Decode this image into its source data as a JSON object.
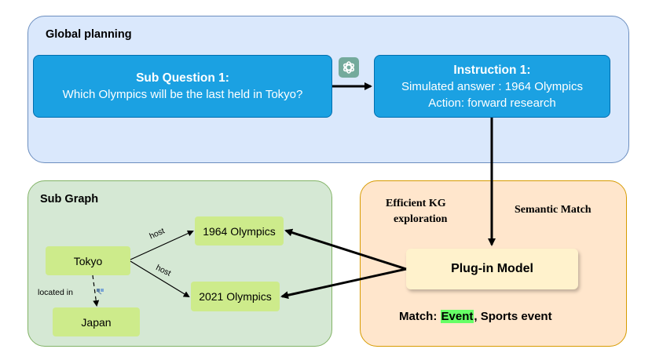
{
  "global_planning": {
    "title": "Global planning",
    "sub_question": {
      "title": "Sub Question 1:",
      "text": "Which Olympics will be the last held in Tokyo?"
    },
    "instruction": {
      "title": "Instruction 1:",
      "line1": "Simulated answer : 1964 Olympics",
      "line2": "Action: forward research"
    }
  },
  "sub_graph": {
    "title": "Sub Graph",
    "nodes": {
      "tokyo": "Tokyo",
      "japan": "Japan",
      "olympics_1964": "1964 Olympics",
      "olympics_2021": "2021 Olympics"
    },
    "edges": {
      "host_1964": "host",
      "host_2021": "host",
      "located_in": "located in"
    }
  },
  "kg_exploration": {
    "title_line1": "Efficient KG",
    "title_line2": "exploration",
    "semantic_match": "Semantic Match",
    "plugin_model": "Plug-in Model",
    "match": {
      "label": "Match:",
      "highlighted": "Event",
      "separator": ",",
      "rest": "Sports event"
    }
  },
  "icons": [
    "chatgpt-logo-icon",
    "satellite-icon"
  ],
  "colors": {
    "global_bg": "#dae8fc",
    "subgraph_bg": "#d5e8d4",
    "kg_bg": "#ffe6cc",
    "blue_box": "#1ba1e2",
    "node_green": "#cdeb8b",
    "plugin_bg": "#fff2cc",
    "highlight": "#66ff66"
  }
}
